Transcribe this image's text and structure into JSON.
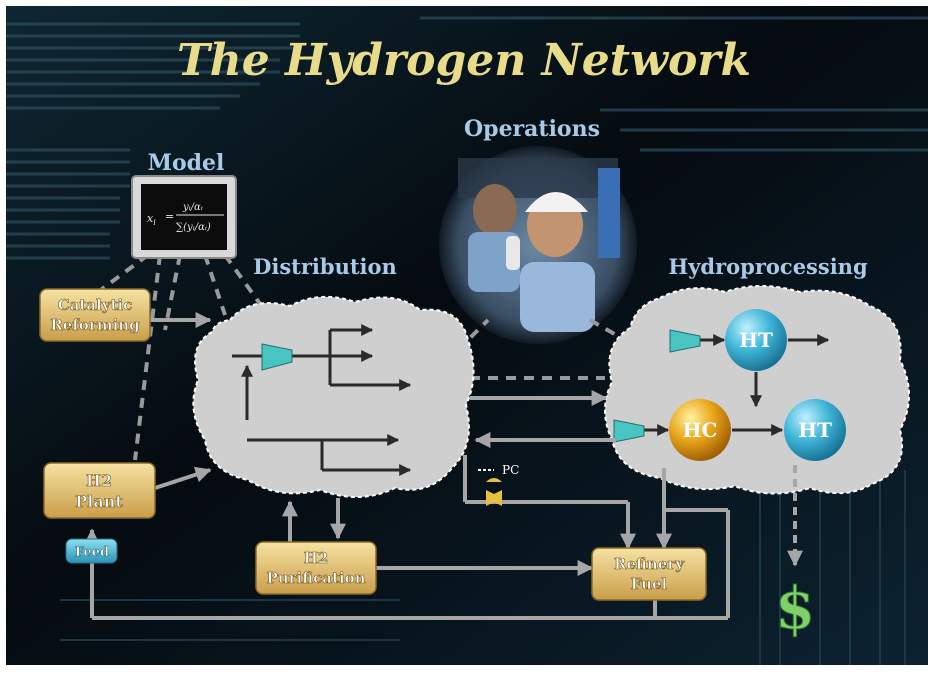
{
  "title": "The Hydrogen Network",
  "sections": {
    "model": "Model",
    "operations": "Operations",
    "distribution": "Distribution",
    "hydroprocessing": "Hydroprocessing"
  },
  "model_formula": {
    "lhs": "x",
    "sub": "i",
    "eq": "=",
    "numerator": "yᵢ/αᵢ",
    "denominator": "∑(yᵢ/αᵢ)"
  },
  "boxes": {
    "catalytic_reforming": [
      "Catalytic",
      "Reforming"
    ],
    "h2_plant": [
      "H2",
      "Plant"
    ],
    "feed": "Feed",
    "h2_purification": [
      "H2",
      "Purification"
    ],
    "refinery_fuel": [
      "Refinery",
      "Fuel"
    ]
  },
  "units": {
    "ht_top": "HT",
    "hc": "HC",
    "ht_right": "HT"
  },
  "pc_label": "PC",
  "dollar": "$",
  "colors": {
    "title": "#e8dc8a",
    "section_label": "#a9c9e6",
    "box_fill": "#e6c877",
    "arrow": "#a6a6a6",
    "cloud": "#cfcfcf",
    "compressor": "#49c4c0",
    "ht_unit": "#3fb4d8",
    "hc_unit": "#e8a418",
    "dollar": "#7fcf6a"
  }
}
